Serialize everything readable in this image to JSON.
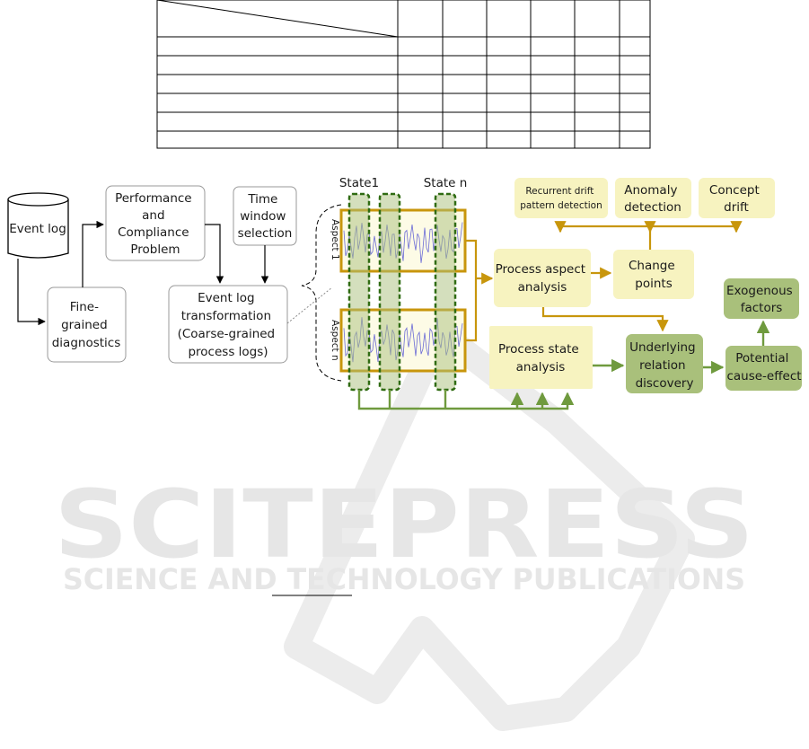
{
  "table": {
    "rows": 6,
    "value_columns": 6
  },
  "diagram": {
    "event_log": "Event log",
    "fine_grained": [
      "Fine-",
      "grained",
      "diagnostics"
    ],
    "performance": [
      "Performance",
      "and",
      "Compliance",
      "Problem"
    ],
    "time_window": [
      "Time",
      "window",
      "selection"
    ],
    "transformation": [
      "Event log",
      "transformation",
      "(Coarse-grained",
      "process logs)"
    ],
    "state1": "State1",
    "state_n": "State n",
    "aspect1": "Aspect 1",
    "aspect_n": "Aspect n",
    "recurrent_drift": [
      "Recurrent drift",
      "pattern detection"
    ],
    "anomaly": [
      "Anomaly",
      "detection"
    ],
    "concept_drift": [
      "Concept",
      "drift"
    ],
    "process_aspect": [
      "Process aspect",
      "analysis"
    ],
    "change_points": [
      "Change",
      "points"
    ],
    "process_state": [
      "Process state",
      "analysis"
    ],
    "underlying": [
      "Underlying",
      "relation",
      "discovery"
    ],
    "potential": [
      "Potential",
      "cause-effect"
    ],
    "exogenous": [
      "Exogenous",
      "factors"
    ]
  },
  "watermark": {
    "title": "SCITEPRESS",
    "subtitle": "SCIENCE AND TECHNOLOGY PUBLICATIONS"
  },
  "colors": {
    "gold": "#c8960c",
    "light_yellow": "#f7f3c0",
    "green": "#6f9a3e",
    "light_green": "#a9c07b",
    "dark_green_dash": "#2f6b12",
    "watermark": "#e9e9e9"
  }
}
